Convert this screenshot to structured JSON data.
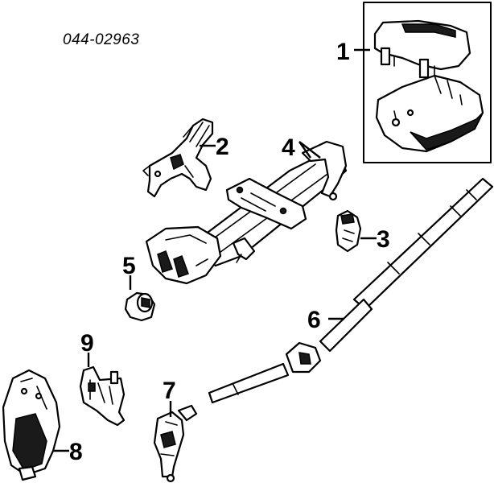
{
  "reference_number": "044-02963",
  "callouts": [
    {
      "id": "1",
      "label": "1"
    },
    {
      "id": "2",
      "label": "2"
    },
    {
      "id": "3",
      "label": "3"
    },
    {
      "id": "4",
      "label": "4"
    },
    {
      "id": "5",
      "label": "5"
    },
    {
      "id": "6",
      "label": "6"
    },
    {
      "id": "7",
      "label": "7"
    },
    {
      "id": "8",
      "label": "8"
    },
    {
      "id": "9",
      "label": "9"
    }
  ]
}
